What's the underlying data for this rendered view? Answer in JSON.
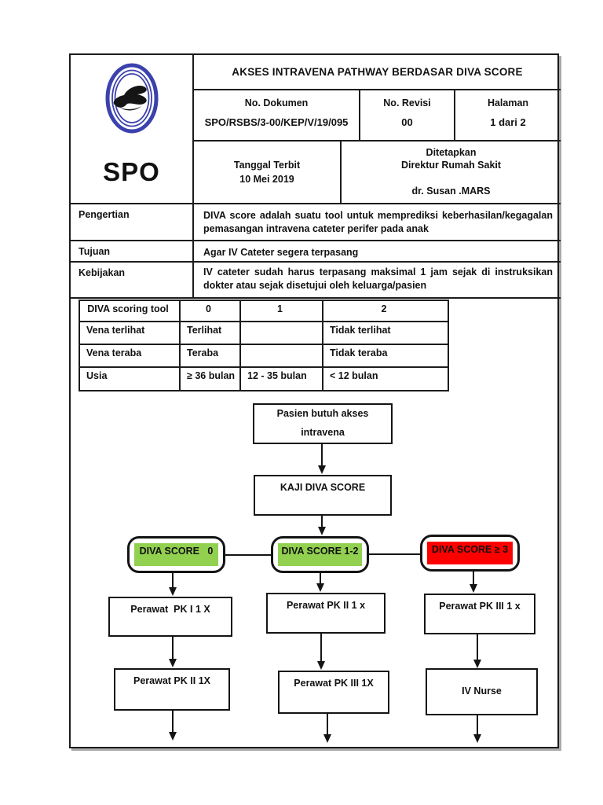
{
  "header": {
    "title": "AKSES INTRAVENA PATHWAY BERDASAR DIVA SCORE",
    "doc_label": "No. Dokumen",
    "doc_number": "SPO/RSBS/3-00/KEP/V/19/095",
    "rev_label": "No. Revisi",
    "rev_value": "00",
    "page_label": "Halaman",
    "page_value": "1 dari 2"
  },
  "spo": {
    "label": "SPO",
    "date_label": "Tanggal Terbit",
    "date_value": "10 Mei 2019",
    "approved_label": "Ditetapkan",
    "approved_org": "Direktur Rumah Sakit",
    "approver": "dr. Susan .MARS"
  },
  "sections": [
    {
      "label": "Pengertian",
      "text": "DIVA score adalah suatu tool untuk memprediksi keberhasilan/kegagalan pemasangan intravena cateter perifer pada anak"
    },
    {
      "label": "Tujuan",
      "text": "Agar IV Cateter segera terpasang"
    },
    {
      "label": "Kebijakan",
      "text": "IV cateter sudah harus terpasang maksimal 1 jam sejak di instruksikan dokter atau sejak disetujui oleh keluarga/pasien"
    }
  ],
  "scoring": {
    "headers": [
      "DIVA scoring tool",
      "0",
      "1",
      "2"
    ],
    "rows": [
      [
        "Vena terlihat",
        "Terlihat",
        "",
        "Tidak terlihat"
      ],
      [
        "Vena teraba",
        "Teraba",
        "",
        "Tidak teraba"
      ],
      [
        "Usia",
        "≥ 36 bulan",
        "12 - 35 bulan",
        "< 12 bulan"
      ]
    ]
  },
  "flow": {
    "start": "Pasien butuh akses intravena",
    "assess": "KAJI DIVA SCORE",
    "branches": [
      {
        "score": "DIVA SCORE   0",
        "color": "#92D050",
        "step1": "Perawat  PK I 1 X",
        "step2": "Perawat PK II 1X"
      },
      {
        "score": "DIVA SCORE 1-2",
        "color": "#92D050",
        "step1": "Perawat PK II 1 x",
        "step2": "Perawat PK III 1X"
      },
      {
        "score": "DIVA SCORE ≥ 3",
        "color": "#FF0000",
        "step1": "Perawat PK III 1 x",
        "step2": "IV Nurse"
      }
    ]
  },
  "colors": {
    "green": "#92D050",
    "red": "#FF0000",
    "logo_blue": "#3B41AD",
    "border": "#1C1C1C"
  }
}
